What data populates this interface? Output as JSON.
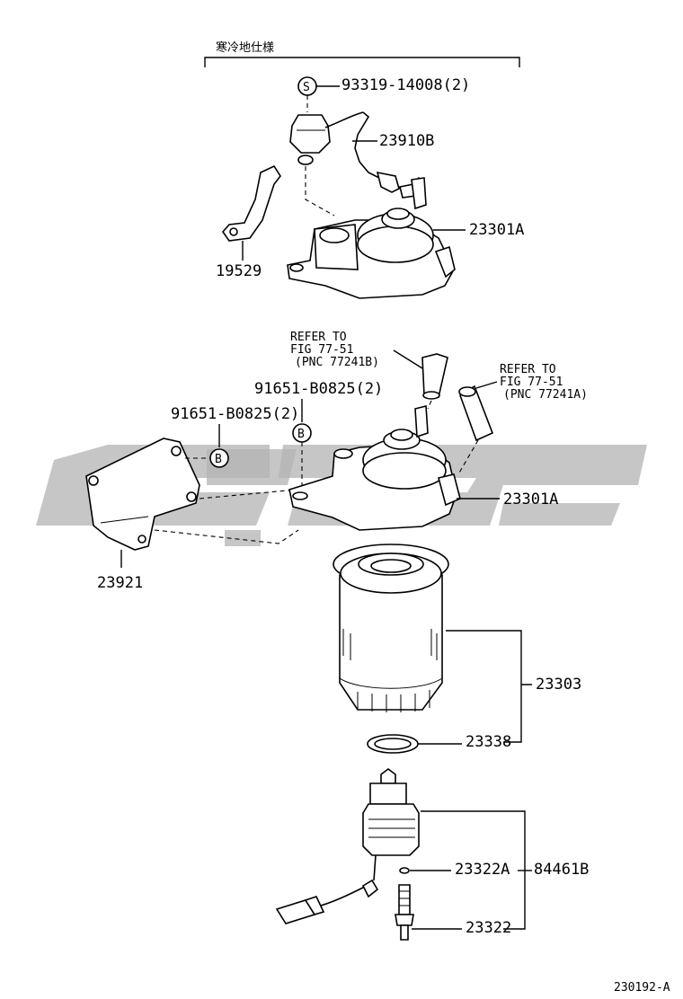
{
  "header": {
    "spec": "寒冷地仕様"
  },
  "labels": {
    "p93319": "93319-14008(2)",
    "p23910b": "23910B",
    "p23301a_top": "23301A",
    "p19529": "19529",
    "refer1_line1": "REFER TO",
    "refer1_line2": "FIG 77-51",
    "refer1_line3": "(PNC 77241B)",
    "refer2_line1": "REFER TO",
    "refer2_line2": "FIG 77-51",
    "refer2_line3": "(PNC 77241A)",
    "p91651_right": "91651-B0825(2)",
    "p91651_left": "91651-B0825(2)",
    "p23301a_mid": "23301A",
    "p23921": "23921",
    "p23303": "23303",
    "p23338": "23338",
    "p23322a": "23322A",
    "p84461b": "84461B",
    "p23322": "23322",
    "figure_code": "230192-A"
  },
  "symbols": {
    "s_mark": "S",
    "b_mark": "B"
  },
  "colors": {
    "ink": "#000000",
    "watermark": "#b3b3b3",
    "background": "#ffffff"
  }
}
